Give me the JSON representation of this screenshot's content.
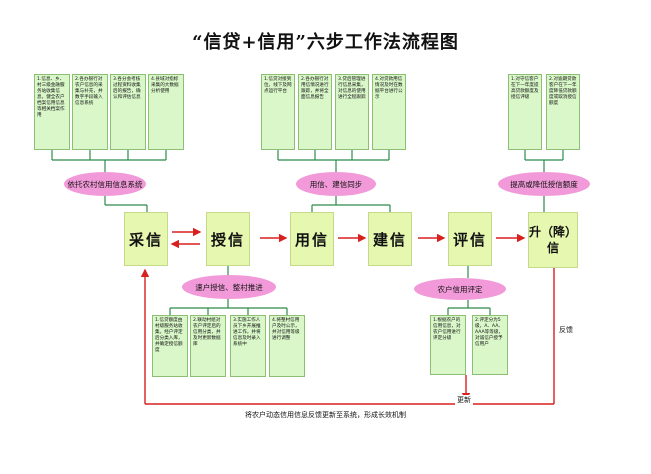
{
  "title": "“信贷+信用”六步工作法流程图",
  "steps": [
    "采信",
    "授信",
    "用信",
    "建信",
    "评信",
    "升（降）信"
  ],
  "ovals": {
    "collect": "依托农村信用信息系统",
    "use_build": "用信、建信同步",
    "raise": "提高或降低授信额度",
    "grant": "速户授信、整村推进",
    "rate": "农户信用评定"
  },
  "notes_collect": [
    "1.信息、乡、村三级金融服务站收集信息，健全农户档案信用信息等相关档案作用",
    "2.各办银行对农户信息的采集与补充，并数字手段输入信息系统",
    "3.各分会考核过程资料收集后的报告，确认和评估信息",
    "4.县域对指标采集的大数据分析使用"
  ],
  "notes_use_build": [
    "1.信贷对接到位，线下及网点运行平台",
    "2.各办银行对用信情况进行跟踪，并将全面信息报告",
    "3.贷后管理进行信息采集，对信息的使用进行全程跟踪",
    "4.对贷款用信情况及时在数据平台进行公示"
  ],
  "notes_raise": [
    "1.对守信客户在下一年度提高贷款额度及授信评级",
    "2.对逾期贷款客户在下一年度降低贷款额度或取消授信额度"
  ],
  "notes_grant": [
    "1.信贷额度由村级服务站收集，经户评定后分类入库，并确定授信额度",
    "2.联动村组对农户评定后的信用分类，并及时更新数据库",
    "3.实施工作人员下乡开展推进工作，并将信息及时录入系统中",
    "4.将整村信用户及时公示，并对信用等级进行调整"
  ],
  "notes_rate": [
    "1.根据农户的信用信息，对农户信用进行评定分级",
    "2.评定分为5级，A、AA、AAA等等级，对诚信户授予信用户"
  ],
  "labels": {
    "feedback": "反馈",
    "update": "更新",
    "bottom": "将农户动态信用信息反馈更新至系统，形成长效机制"
  },
  "colors": {
    "arrow": "#d8201e",
    "connector": "#2d8a4a",
    "note_fill": "#d9f7c9",
    "step_fill": "#e6f8b0",
    "oval_fill": "#f29ad9"
  }
}
